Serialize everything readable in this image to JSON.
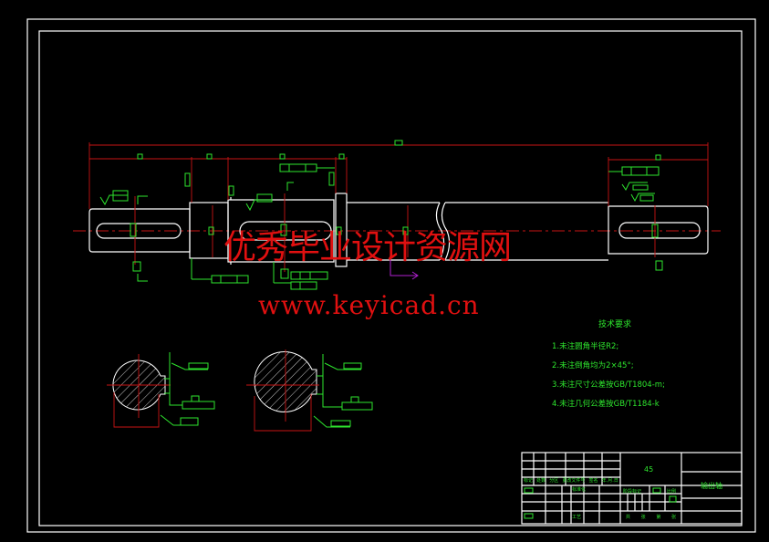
{
  "watermark": {
    "title": "优秀毕业设计资源网",
    "url": "www.keyicad.cn"
  },
  "tech_requirements": {
    "heading": "技术要求",
    "items": [
      "1.未注圆角半径R2;",
      "2.未注倒角均为2×45°;",
      "3.未注尺寸公差按GB/T1804-m;",
      "4.未注几何公差按GB/T1184-k"
    ]
  },
  "title_block": {
    "material": "45",
    "part_name": "输出轴",
    "header_cells": [
      "标记",
      "处数",
      "分区",
      "更改文件号",
      "签名",
      "年.月.日"
    ],
    "standardization": "标准化",
    "stage_mark": "阶段标记",
    "ratio": "比例",
    "process": "工艺",
    "sheet_labels": [
      "共",
      "张",
      "第",
      "张"
    ]
  },
  "colors": {
    "outline": "#ffffff",
    "dimension": "#c81414",
    "annotation": "#2ee62e",
    "watermark": "#e01010",
    "ucs": "#b020d0"
  }
}
